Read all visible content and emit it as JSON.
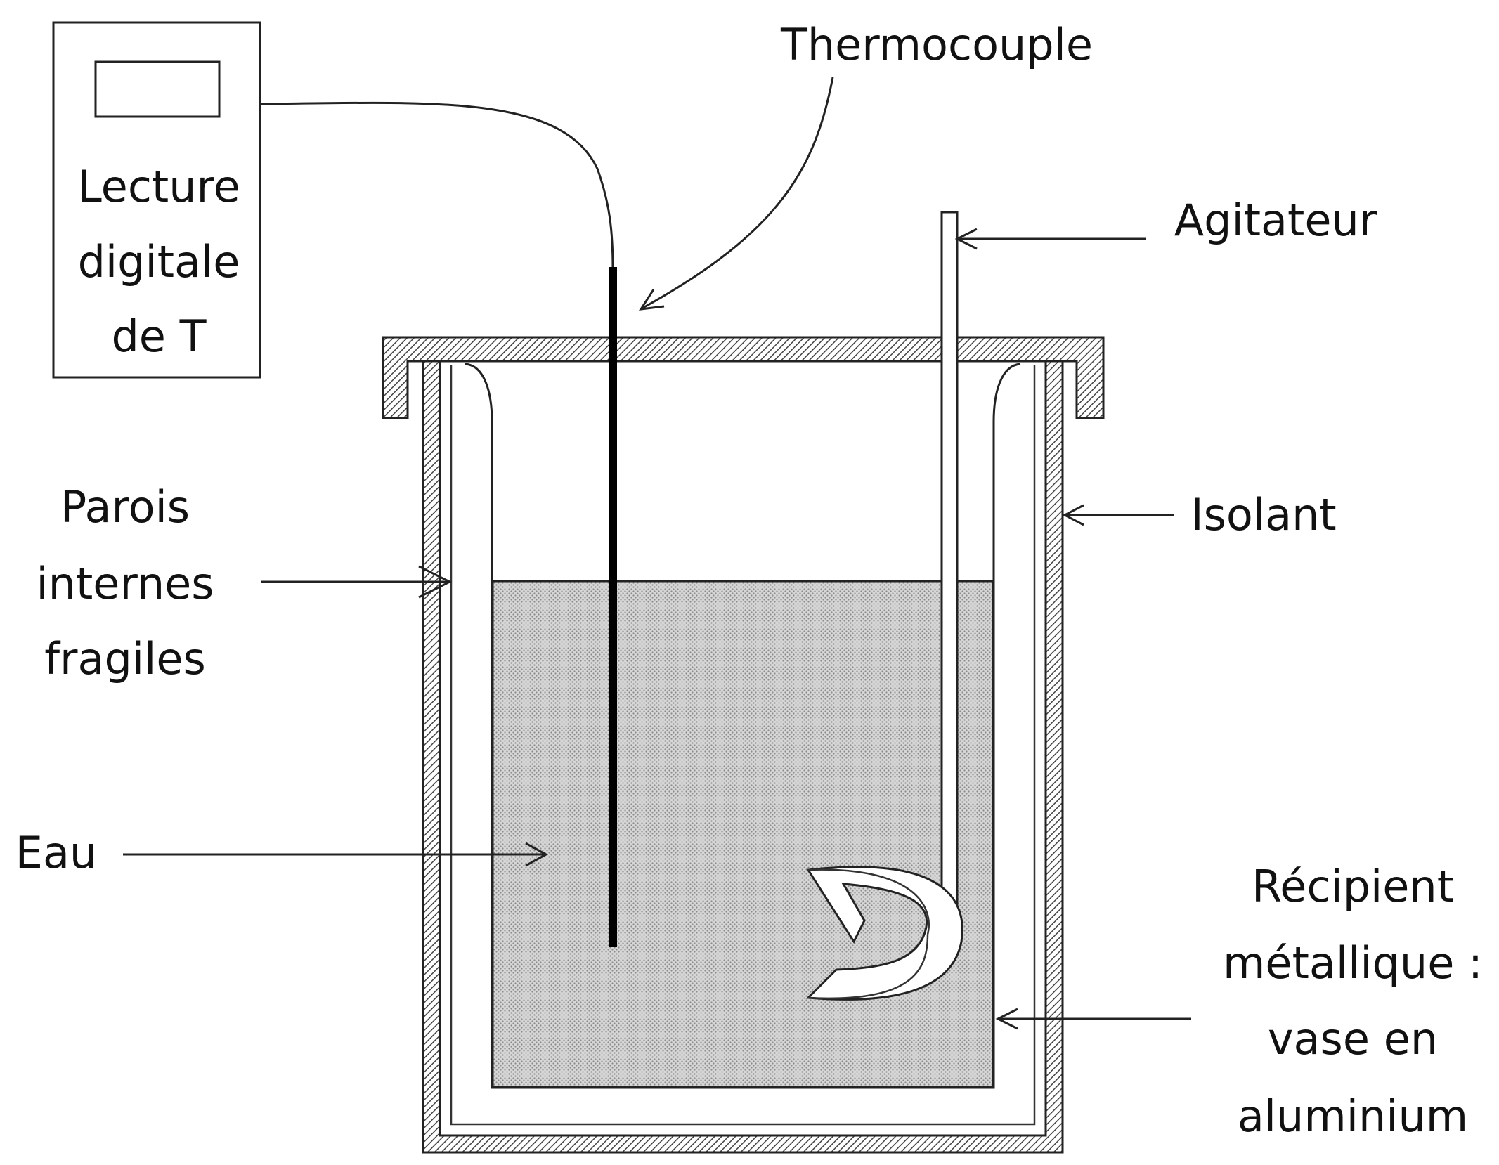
{
  "diagram": {
    "device": {
      "lines": [
        "Lecture",
        "digitale",
        "de T"
      ]
    },
    "labels": {
      "thermocouple": "Thermocouple",
      "agitateur": "Agitateur",
      "isolant": "Isolant",
      "parois": [
        "Parois",
        "internes",
        "fragiles"
      ],
      "eau": "Eau",
      "recipient": [
        "Récipient",
        "métallique :",
        "vase en",
        "aluminium"
      ]
    }
  }
}
